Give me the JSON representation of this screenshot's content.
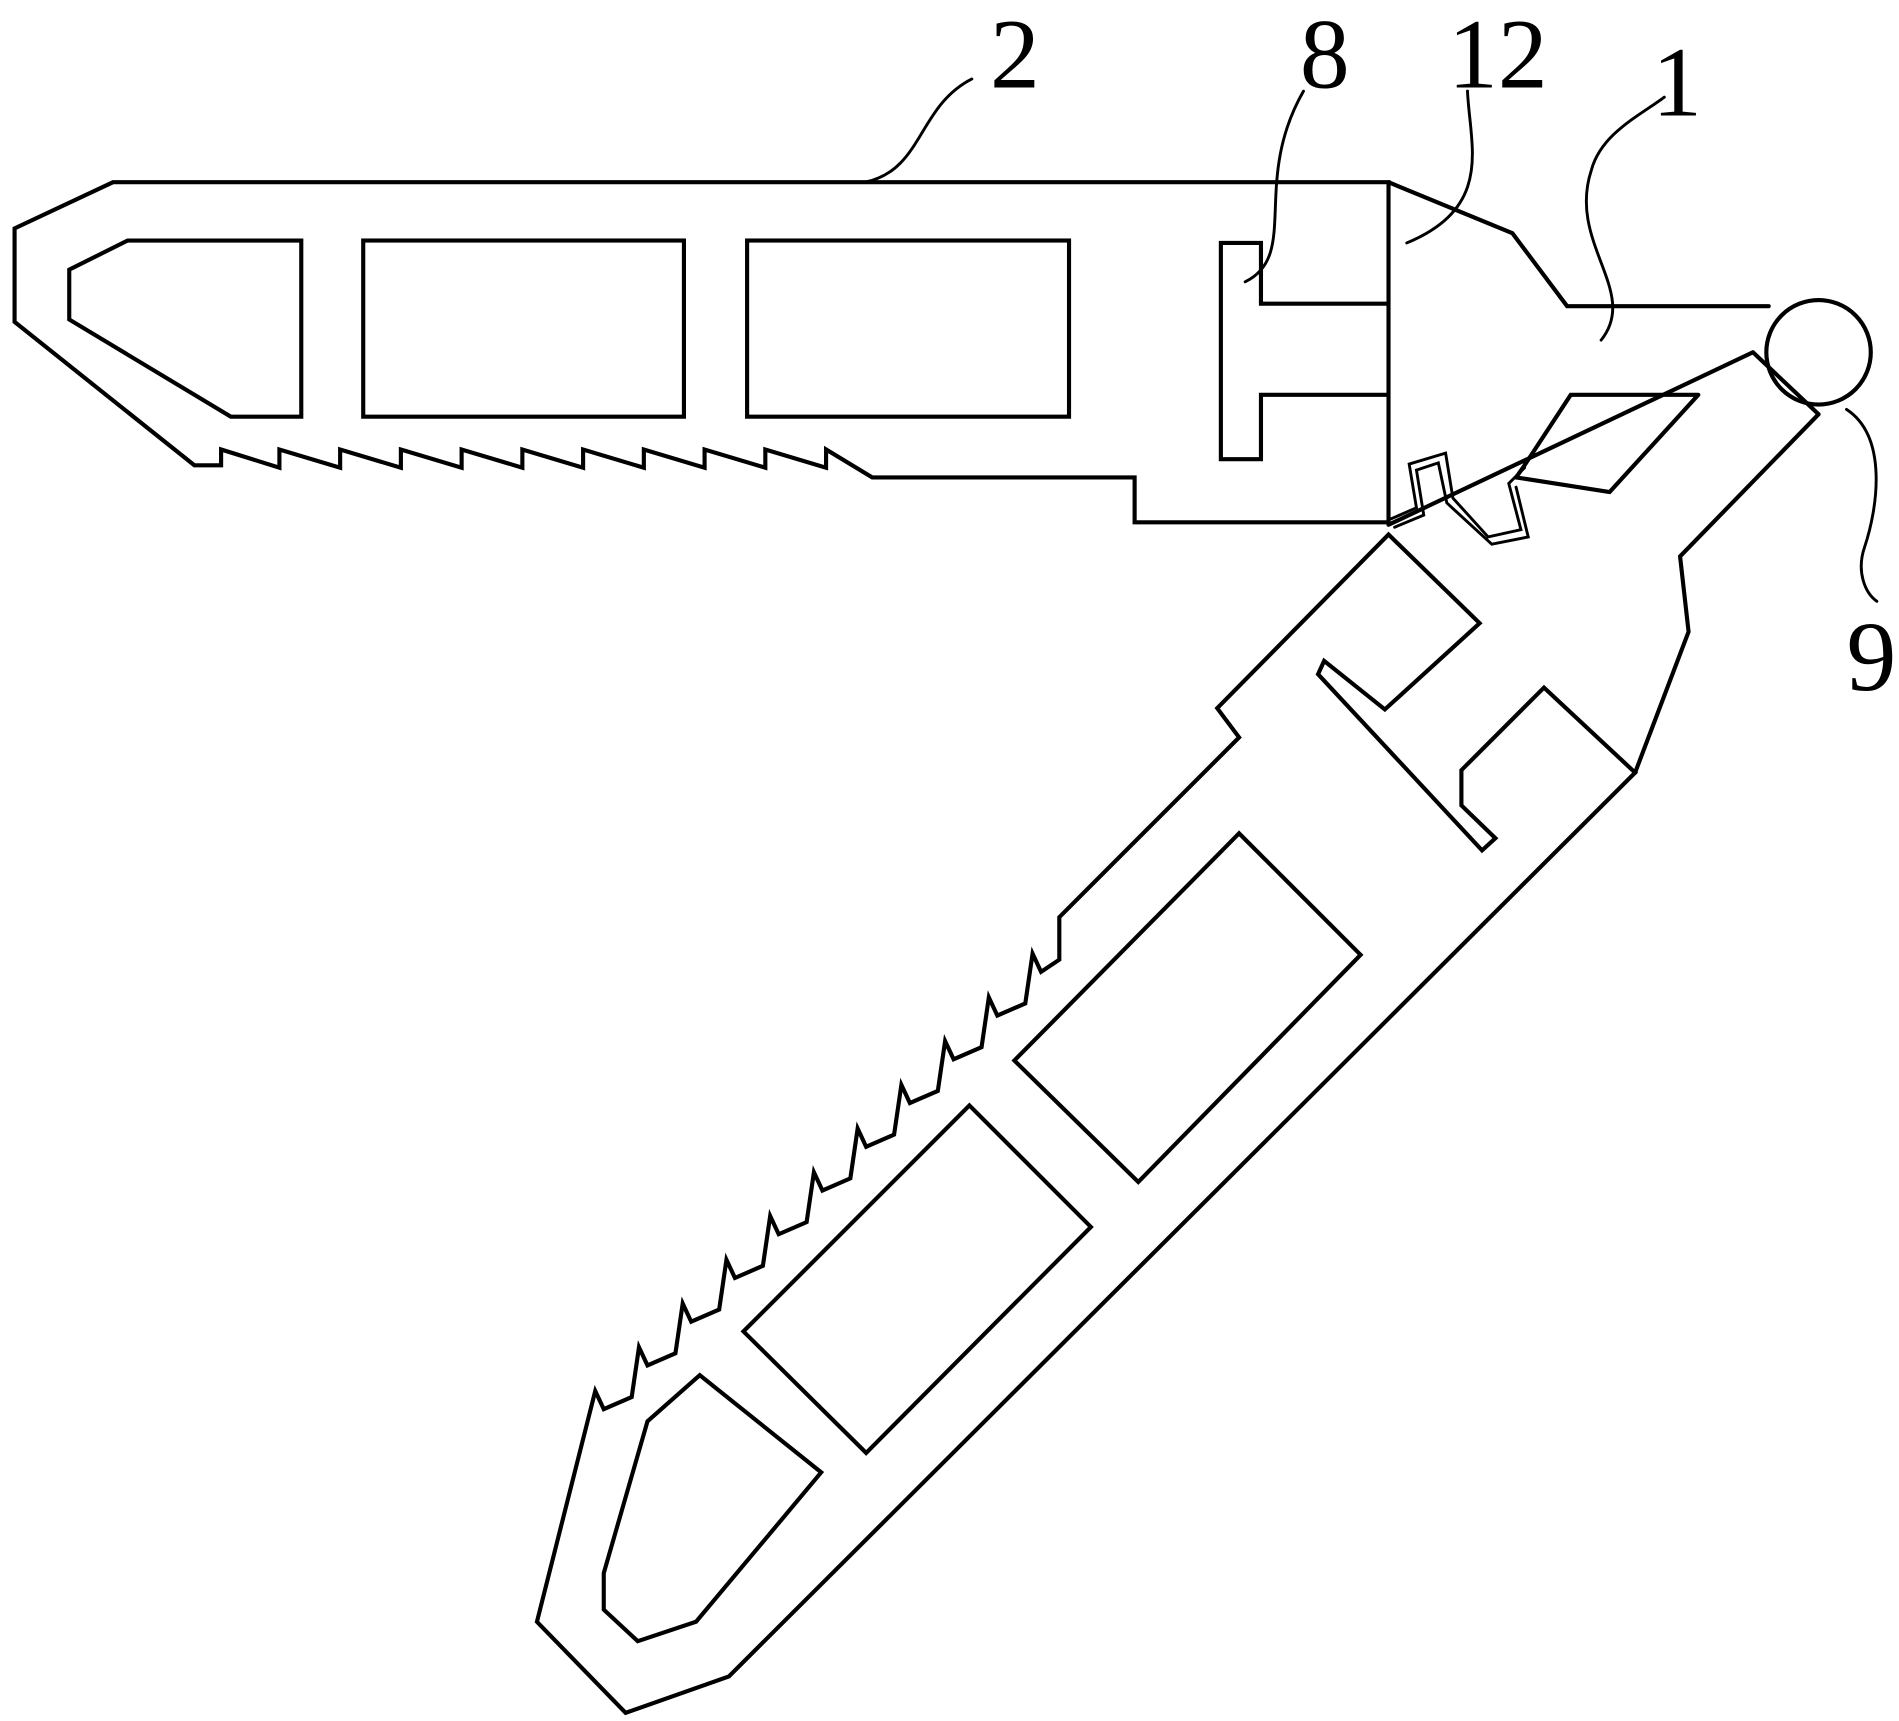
{
  "figure": {
    "labels": {
      "upper_jaw": "2",
      "slot": "8",
      "tab": "12",
      "lower_jaw": "1",
      "pivot": "9"
    }
  }
}
